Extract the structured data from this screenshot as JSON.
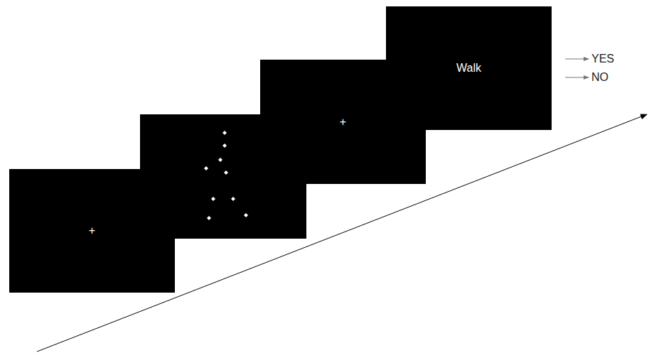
{
  "diagram": {
    "nodes": [
      {
        "text": [
          "+"
        ]
      },
      {
        "text": [
          "+"
        ]
      },
      {
        "text": [
          "Walk"
        ]
      }
    ],
    "labels": [
      "YES",
      "NO"
    ]
  }
}
